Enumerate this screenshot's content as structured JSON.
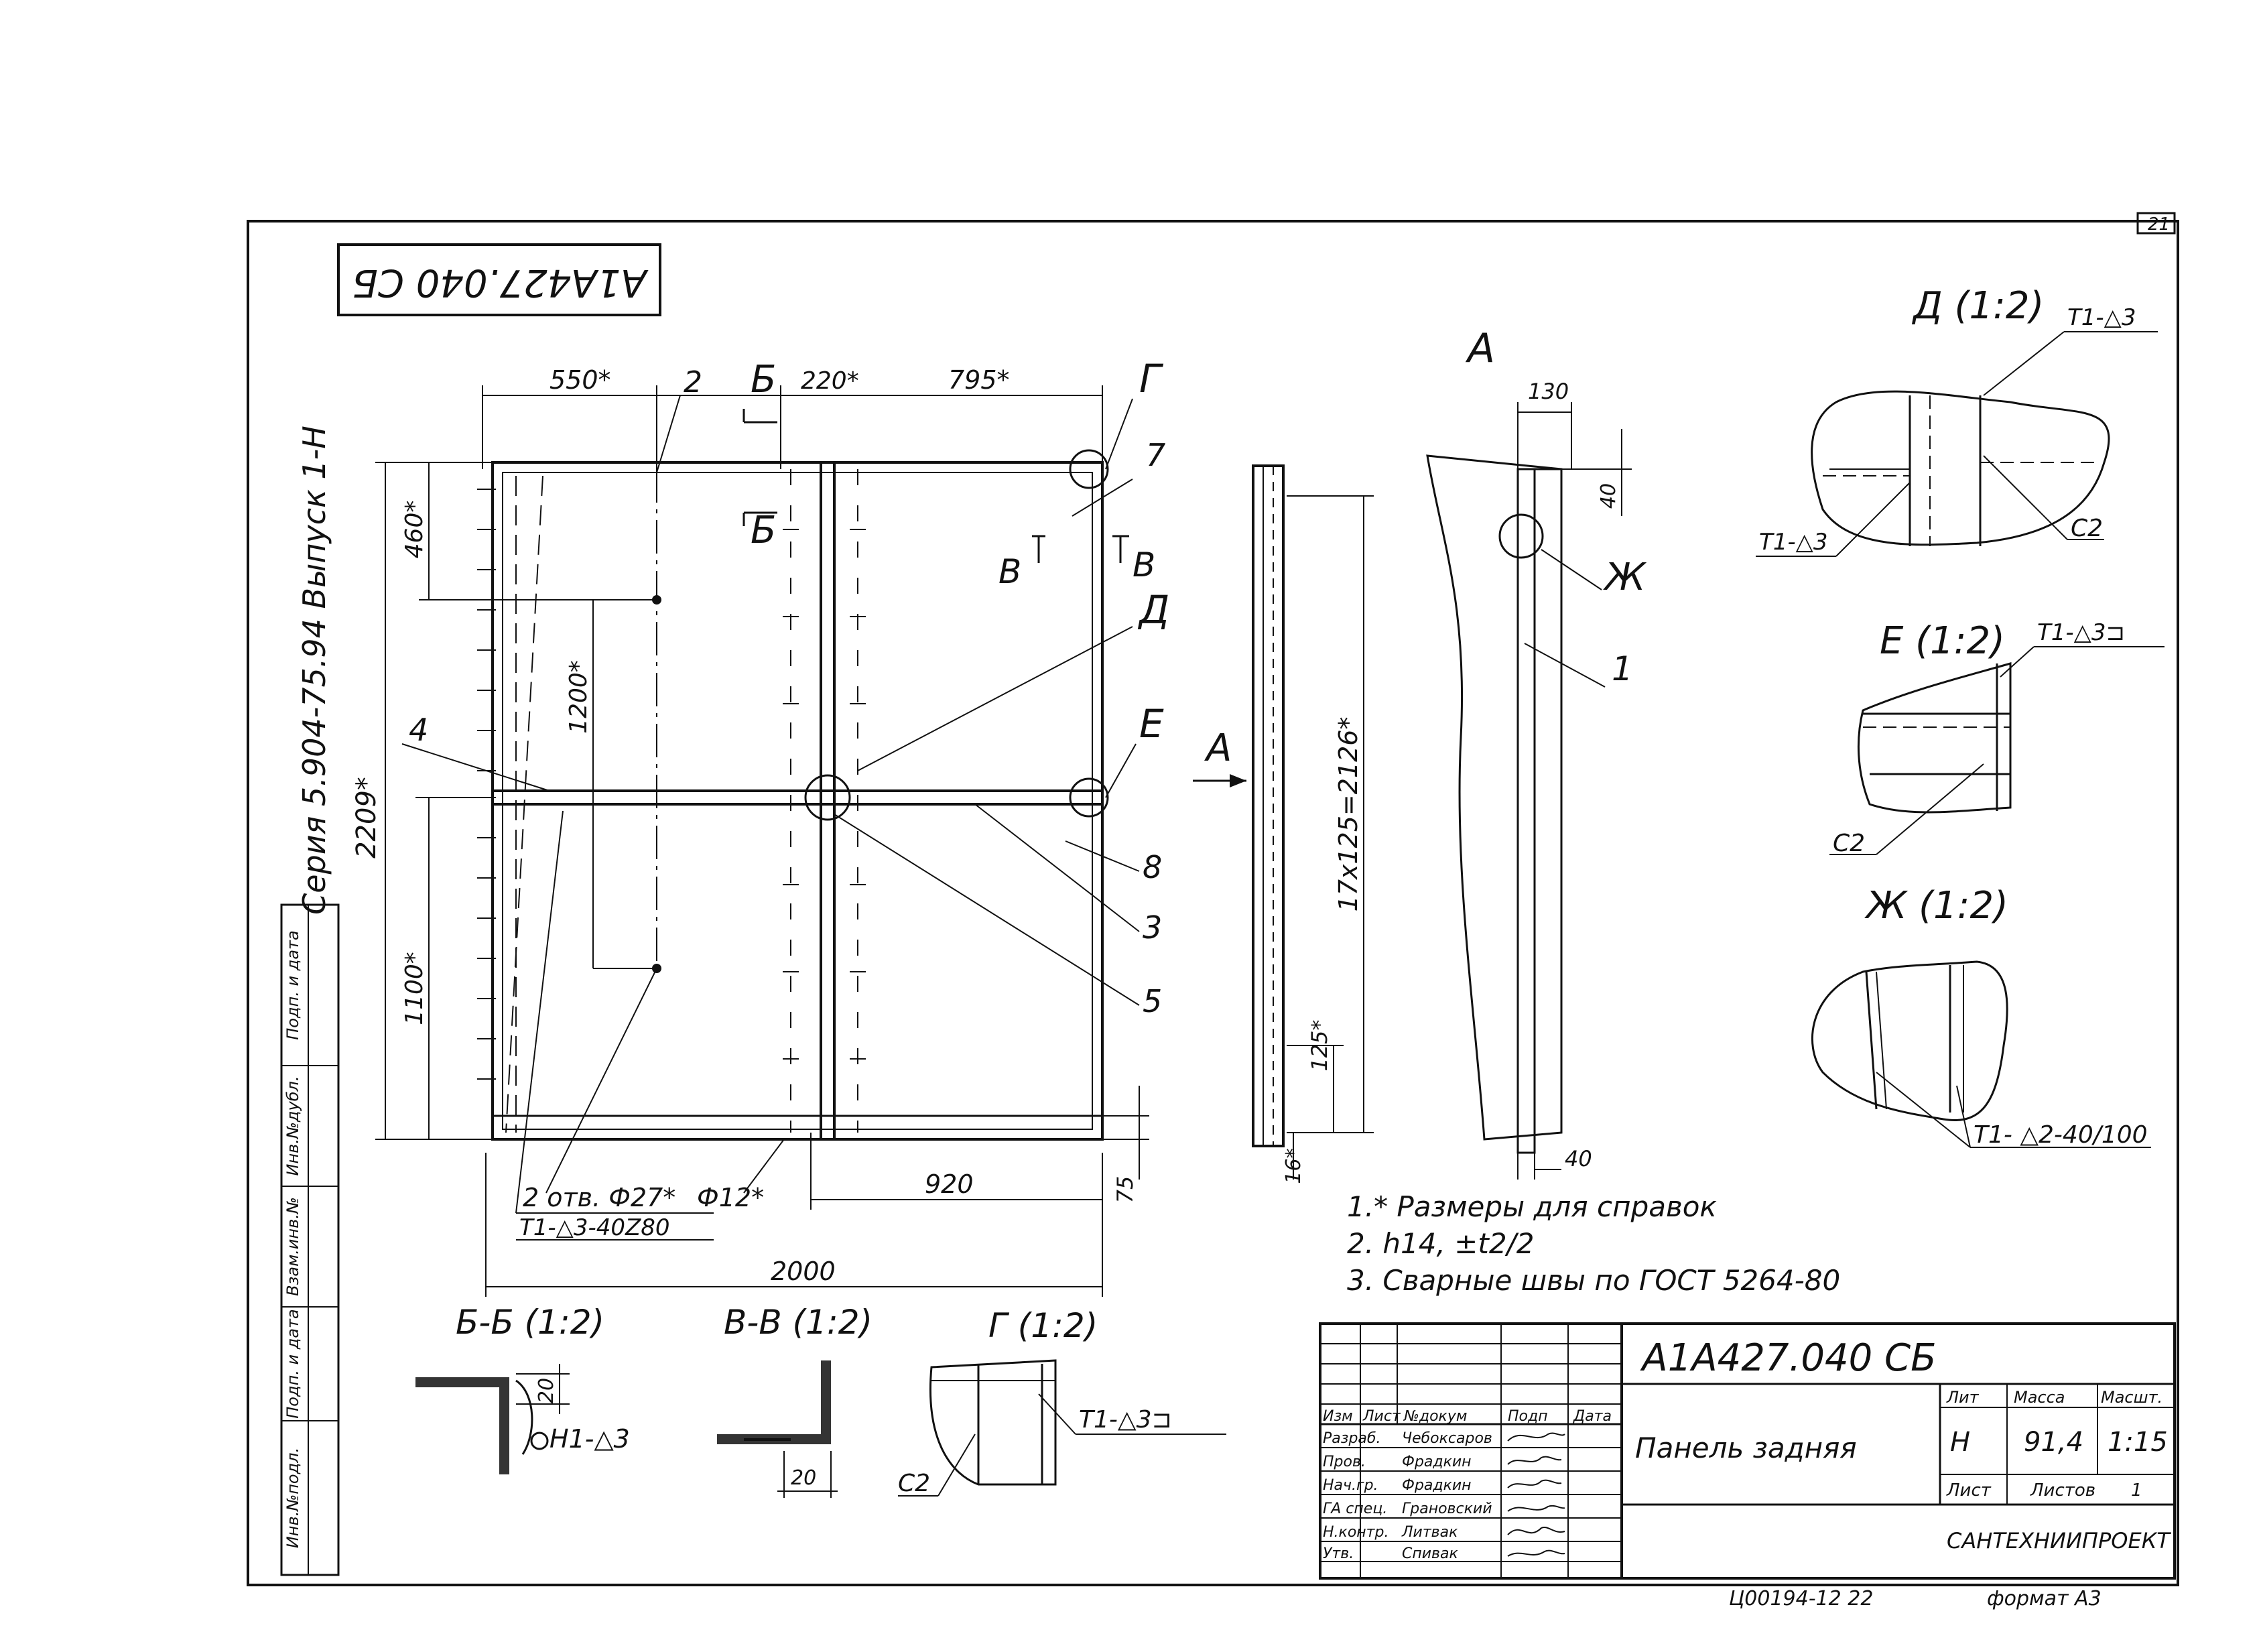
{
  "sheet": {
    "page_number": "21",
    "stamp_rotated": "А1А427.040 СБ",
    "series_rotated": "Серия 5.904-75.94 Выпуск 1-Н",
    "footer_code": "Ц00194-12 22",
    "format": "формат А3"
  },
  "side_stamp": [
    "Инв.№подл.",
    "Подп. и дата",
    "Взам.инв.№",
    "Инв.№дубл.",
    "Подп. и дата"
  ],
  "main_view": {
    "dims": {
      "d550": "550*",
      "d220": "220*",
      "d795": "795*",
      "d460": "460*",
      "d1200": "1200*",
      "d2209": "2209*",
      "d1100": "1100*",
      "d2000": "2000",
      "d920": "920",
      "d75": "75"
    },
    "labels": {
      "p2": "2",
      "p7": "7",
      "p4": "4",
      "p8": "8",
      "p3": "3",
      "p5": "5"
    },
    "callouts": {
      "b_top": "Б",
      "b_bot": "Б",
      "v_left": "В",
      "v_right": "В",
      "g": "Г",
      "d": "Д",
      "e": "Е"
    },
    "holes": "2 отв. Ф27*",
    "phi12": "Ф12*",
    "weld_note": "Т1-△3-40Z80"
  },
  "view_a": {
    "arrow_label": "А",
    "title": "А",
    "d130": "130",
    "d40_top": "40",
    "d40_bot": "40",
    "pitch": "17x125=2126*",
    "d125": "125*",
    "d16": "16*",
    "zh": "Ж",
    "p1": "1"
  },
  "details": {
    "d_title": "Д (1:2)",
    "d_weld1": "Т1-△3",
    "d_weld2": "Т1-△3",
    "d_c2": "С2",
    "e_title": "Е (1:2)",
    "e_weld": "Т1-△3⊐",
    "e_c2": "С2",
    "zh_title": "Ж (1:2)",
    "zh_weld": "Т1- △2-40/100"
  },
  "sections": {
    "bb_title": "Б-Б (1:2)",
    "bb_dim": "20",
    "bb_weld": "Н1-△3",
    "vv_title": "В-В (1:2)",
    "vv_dim": "20",
    "g_title": "Г (1:2)",
    "g_weld": "Т1-△3⊐",
    "g_c2": "С2"
  },
  "notes": [
    "1.* Размеры для справок",
    "2. h14, ±t2/2",
    "3. Сварные швы по ГОСТ 5264-80"
  ],
  "title_block": {
    "doc_code": "А1А427.040 СБ",
    "title": "Панель задняя",
    "col_headers": [
      "Изм",
      "Лист",
      "№докум",
      "Подп",
      "Дата"
    ],
    "roles": [
      {
        "role": "Разраб.",
        "name": "Чебоксаров"
      },
      {
        "role": "Пров.",
        "name": "Фрадкин"
      },
      {
        "role": "Нач.гр.",
        "name": "Фрадкин"
      },
      {
        "role": "ГА спец.",
        "name": "Грановский"
      },
      {
        "role": "Н.контр.",
        "name": "Литвак"
      },
      {
        "role": "Утв.",
        "name": "Спивак"
      }
    ],
    "lit_label": "Лит",
    "mass_label": "Масса",
    "scale_label": "Масшт.",
    "lit": "Н",
    "mass": "91,4",
    "scale": "1:15",
    "sheet_label": "Лист",
    "sheets_label": "Листов",
    "sheets": "1",
    "org": "САНТЕХНИИПРОЕКТ"
  }
}
